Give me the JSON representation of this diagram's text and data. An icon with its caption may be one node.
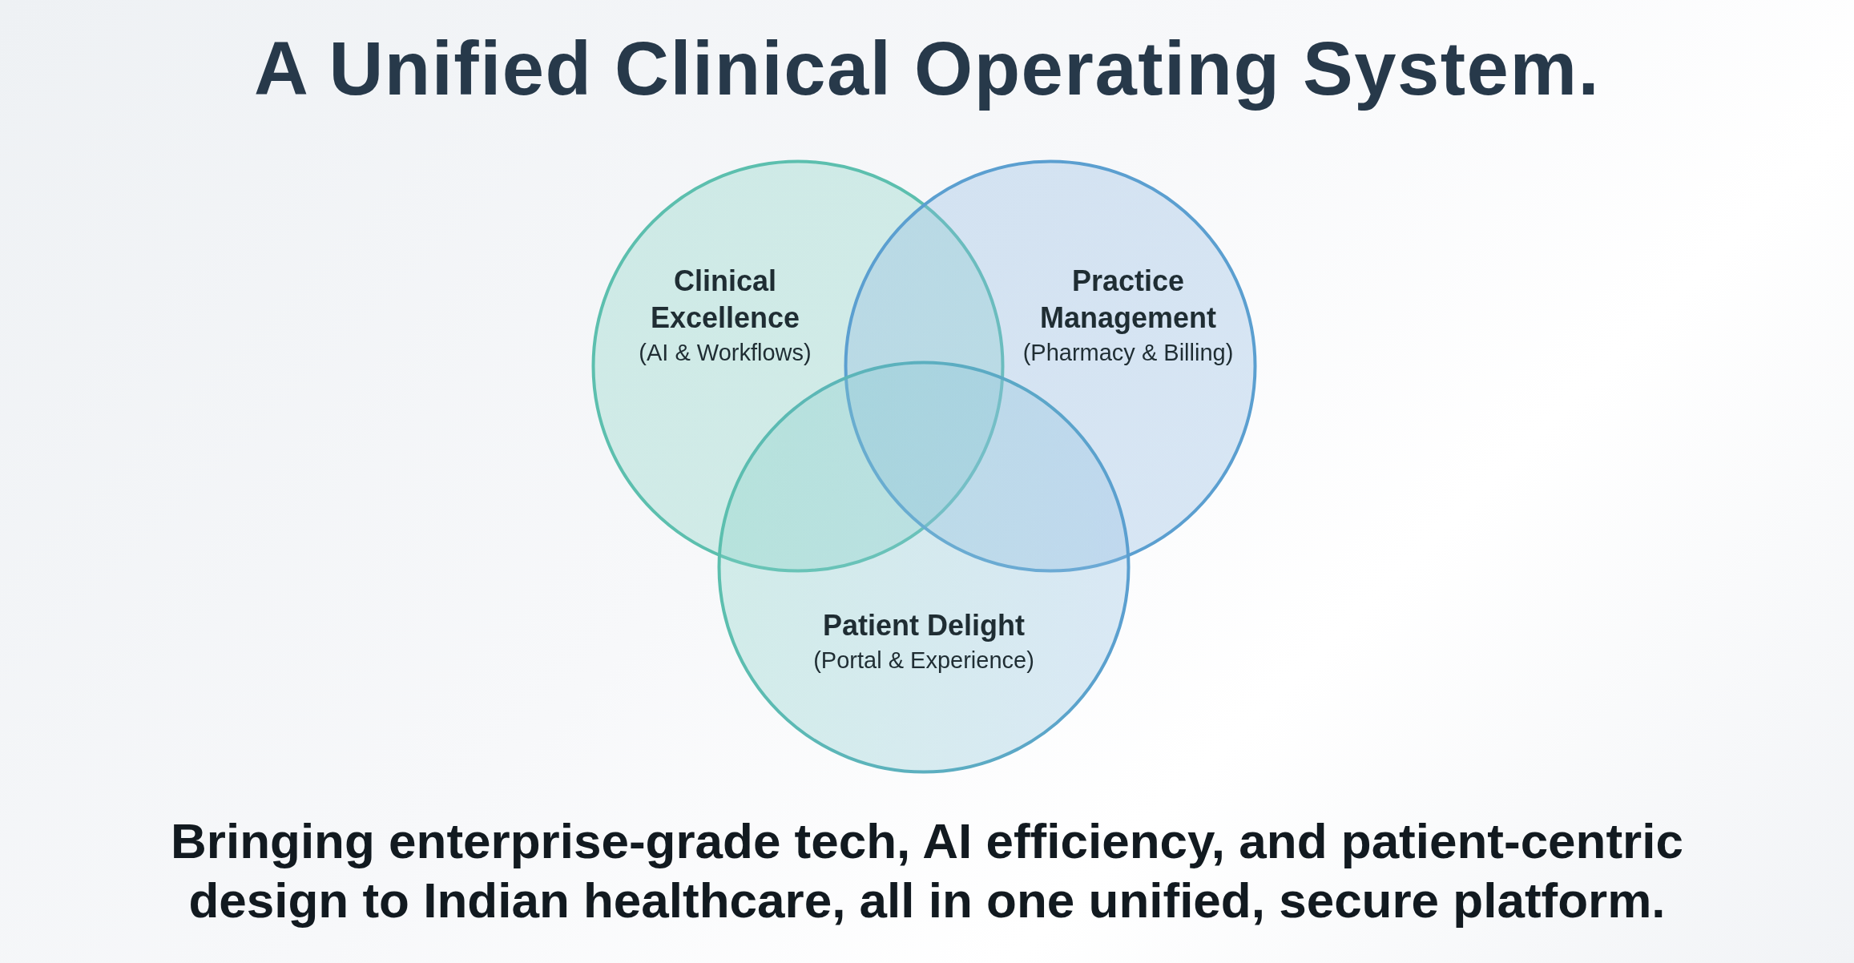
{
  "diagram": {
    "title": "A Unified Clinical Operating System.",
    "caption": "Bringing enterprise-grade tech, AI efficiency, and patient-centric design to Indian healthcare, all in one unified, secure platform.",
    "nodes": [
      {
        "text": [
          "Clinical Excellence",
          "(AI & Workflows)"
        ]
      },
      {
        "text": [
          "Practice Management",
          "(Pharmacy & Billing)"
        ]
      },
      {
        "text": [
          "Patient Delight",
          "(Portal & Experience)"
        ]
      }
    ]
  }
}
